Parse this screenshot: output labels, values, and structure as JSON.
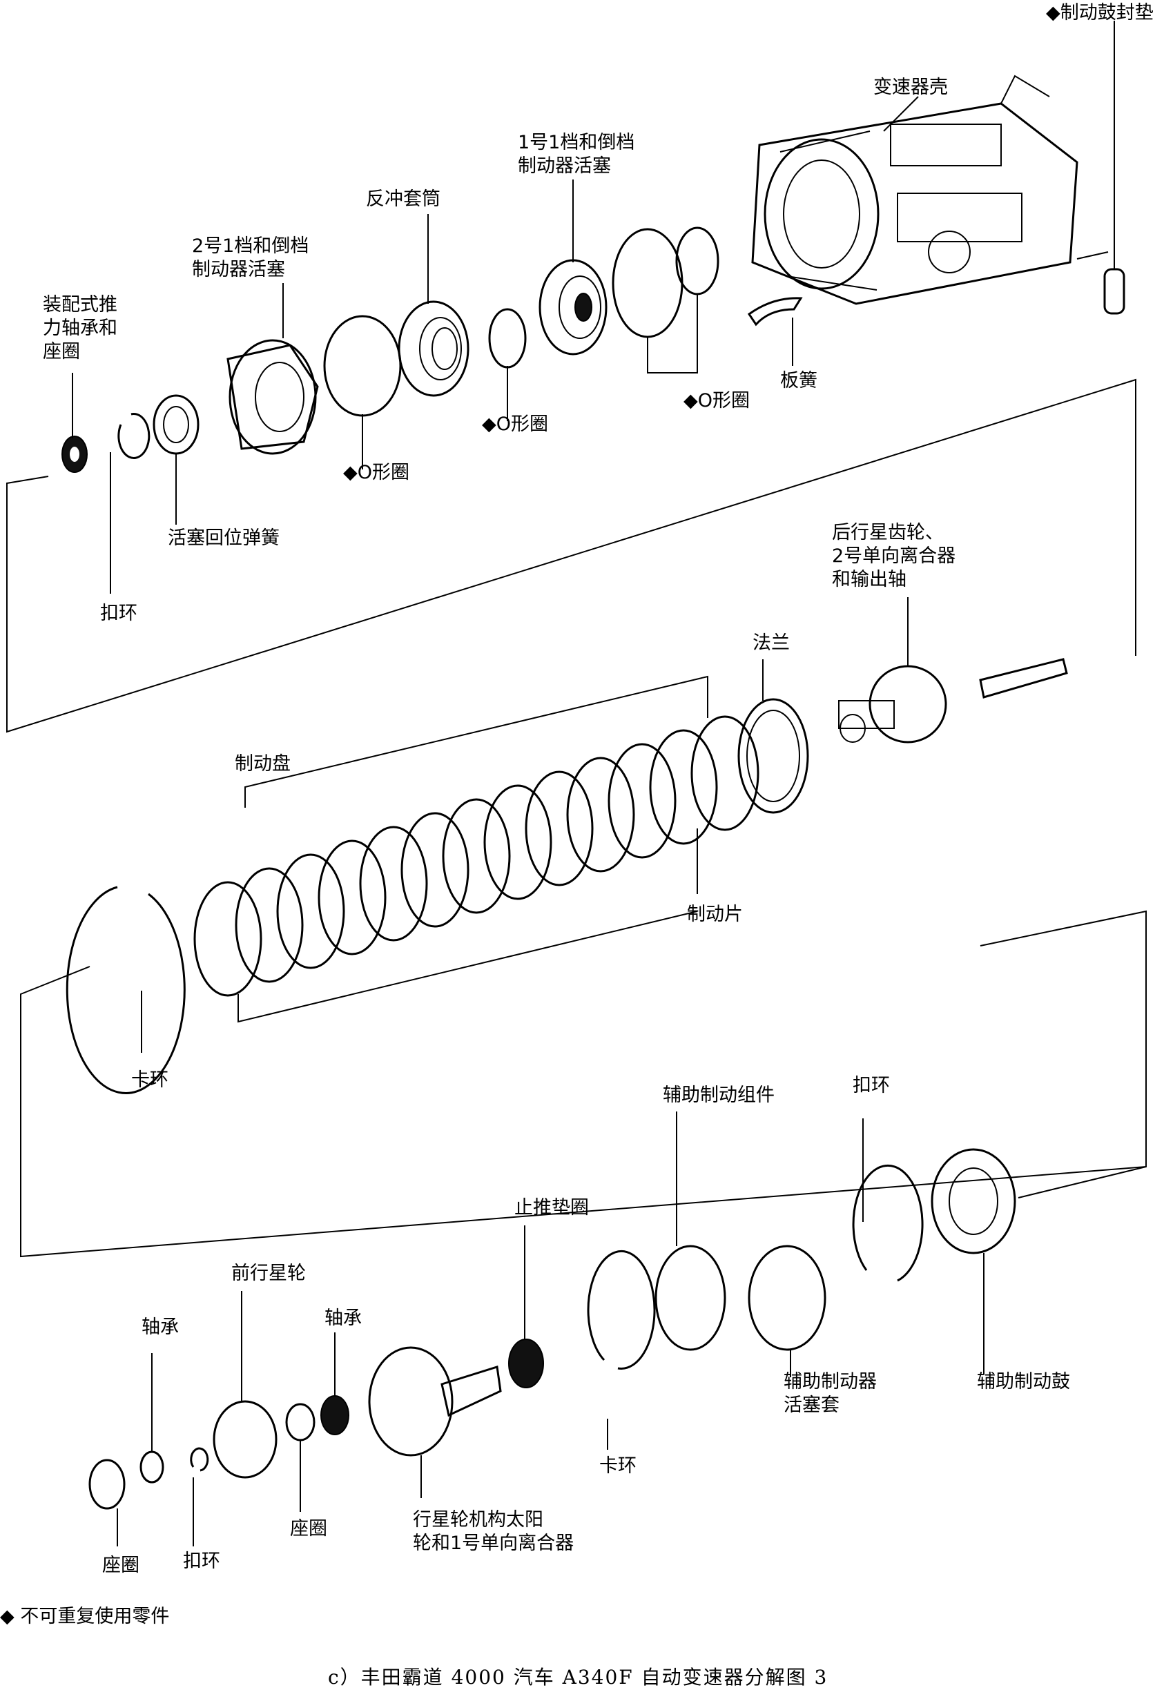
{
  "labels": {
    "drum_gasket": "◆制动鼓封垫",
    "transmission_case": "变速器壳",
    "no1_first_reverse_brake_piston": "1号1档和倒档\n制动器活塞",
    "reaction_sleeve": "反冲套筒",
    "no2_first_reverse_brake_piston": "2号1档和倒档\n制动器活塞",
    "thrust_bearing_race": "装配式推\n力轴承和\n座圈",
    "o_ring_a": "◆O形圈",
    "o_ring_b": "◆O形圈",
    "o_ring_c": "◆O形圈",
    "leaf_spring": "板簧",
    "piston_return_spring": "活塞回位弹簧",
    "snap_ring_top": "扣环",
    "rear_planetary": "后行星齿轮、\n2号单向离合器\n和输出轴",
    "flange": "法兰",
    "brake_discs": "制动盘",
    "brake_plates": "制动片",
    "snap_ring_clip": "卡环",
    "second_brake_assembly": "辅助制动组件",
    "snap_ring_mid": "扣环",
    "thrust_washer": "止推垫圈",
    "front_planetary_gear": "前行星轮",
    "bearing_left": "轴承",
    "bearing_mid": "轴承",
    "second_brake_piston_sleeve": "辅助制动器\n活塞套",
    "second_brake_drum": "辅助制动鼓",
    "snap_ring_lower": "卡环",
    "race_left": "座圈",
    "snap_ring_bottom": "扣环",
    "race_mid": "座圈",
    "sun_gear_one_way_clutch": "行星轮机构太阳\n轮和1号单向离合器"
  },
  "legend": "◆ 不可重复使用零件",
  "caption": "c）丰田霸道 4000 汽车 A340F 自动变速器分解图 3"
}
